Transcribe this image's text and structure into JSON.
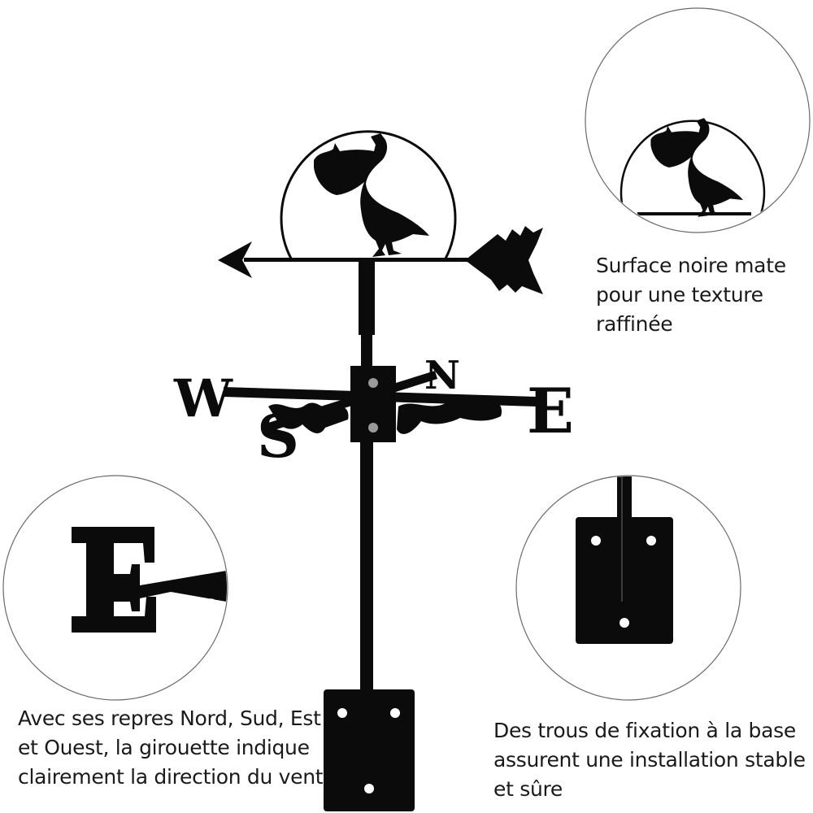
{
  "product": {
    "compass_letters": {
      "north": "N",
      "south": "S",
      "east": "E",
      "west": "W"
    },
    "metal_color": "#0b0b0b"
  },
  "captions": {
    "finish": {
      "lines": [
        "Surface noire mate",
        "pour une texture",
        "raffinée"
      ]
    },
    "directions": {
      "lines": [
        "Avec ses repres Nord, Sud, Est",
        "et Ouest, la girouette indique",
        "clairement la direction du vent"
      ]
    },
    "holes": {
      "lines": [
        "Des trous de fixation à la base",
        "assurent une installation stable",
        "et sûre"
      ]
    }
  }
}
